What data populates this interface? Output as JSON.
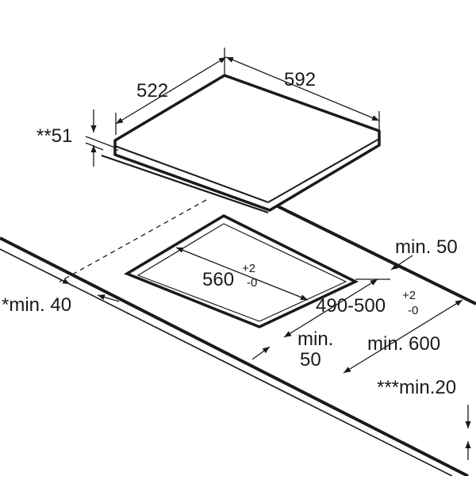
{
  "labels": {
    "depth": "522",
    "width": "592",
    "height": "**51",
    "cutout_width_main": "560",
    "cutout_width_sup": "+2",
    "cutout_width_sub": "-0",
    "cutout_depth_main": "490-500",
    "cutout_depth_sup": "+2",
    "cutout_depth_sub": "-0",
    "min_back": "min. 50",
    "min_front_a": "min.",
    "min_front_b": "50",
    "min_side": "*min. 40",
    "min_worktop": "min. 600",
    "min_thickness": "***min.20"
  }
}
